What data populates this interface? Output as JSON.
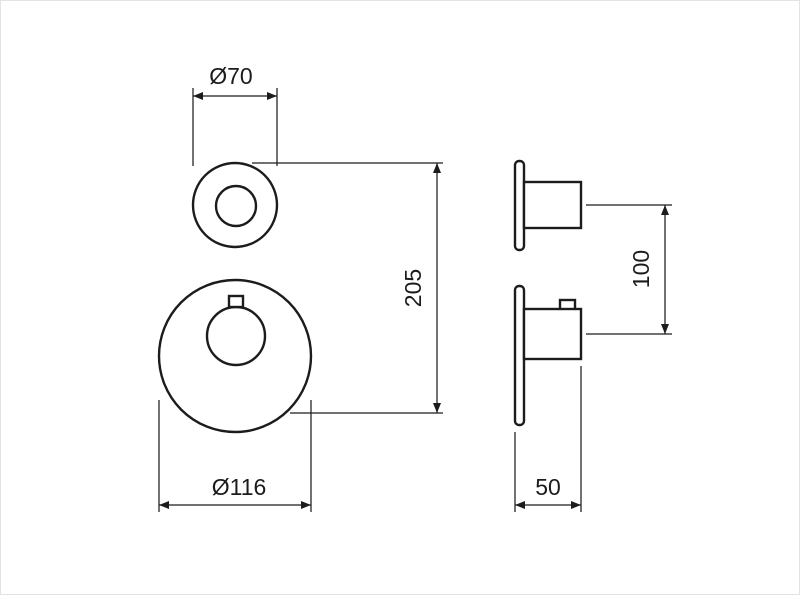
{
  "page": {
    "background": "#ffffff",
    "line_color": "#1c1c1c"
  },
  "drawing": {
    "kind": "technical-dimension-drawing",
    "views": {
      "front": [
        "upper-round-trim-plate-with-knob",
        "lower-round-trim-plate-with-knob"
      ],
      "side": [
        "upper-valve-profile-with-flange",
        "lower-valve-profile-with-flange-and-stop-button"
      ]
    },
    "dimensions": {
      "top_diameter": "Ø70",
      "overall_height": "205",
      "bottom_diameter": "Ø116",
      "center_spacing": "100",
      "depth": "50"
    }
  }
}
